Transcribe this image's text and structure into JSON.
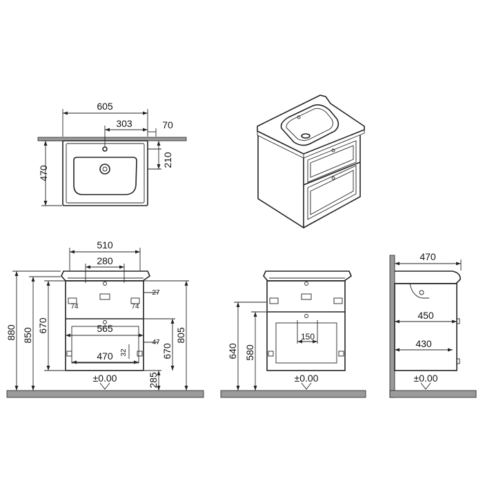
{
  "top_view": {
    "width": "605",
    "drain_offset": "303",
    "edge_offset": "70",
    "depth": "470",
    "drain_depth": "210"
  },
  "front_view": {
    "top_width": "510",
    "drain_spacing": "280",
    "small_27": "27",
    "small_74_left": "74",
    "small_74_right": "74",
    "inner_width_565": "565",
    "drawer_width_470": "470",
    "small_47": "47",
    "small_32": "32",
    "height_880": "880",
    "height_850": "850",
    "height_670_left": "670",
    "height_670_right": "670",
    "height_805": "805",
    "height_285": "285",
    "floor_level": "±0.00"
  },
  "side_front_view": {
    "height_640": "640",
    "height_580": "580",
    "drawer_150": "150",
    "floor_level": "±0.00"
  },
  "side_view": {
    "depth_470": "470",
    "depth_450": "450",
    "depth_430": "430",
    "floor_level": "±0.00"
  }
}
